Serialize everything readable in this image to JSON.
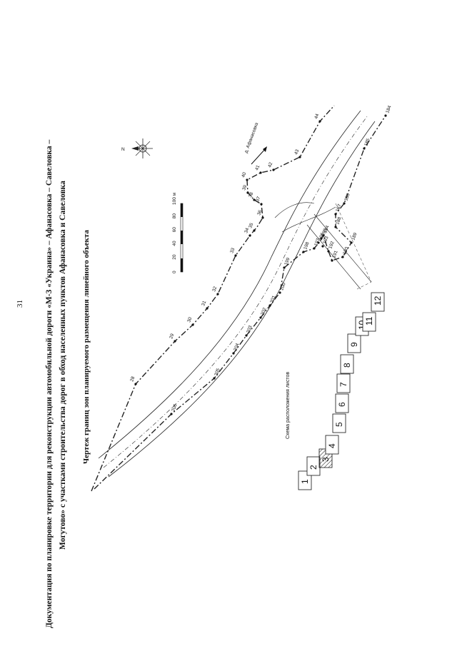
{
  "page_number": "31",
  "title": {
    "line1": "Документация по планировке территории для реконструкции автомобильной дороги «М-3 «Украина» – Афанасовка – Савеловка –",
    "line2": "Могутово» с участками строительства дорог в обход населенных пунктов Афанасовка и Савеловка"
  },
  "drawing_caption": "Чертеж границ зон планируемого размещения линейного объекта",
  "compass": {
    "north_letter": "N"
  },
  "scale_bar": {
    "ticks": [
      "0",
      "20",
      "40",
      "60",
      "80",
      "100 м"
    ]
  },
  "direction_label": "д. Афанасовка",
  "upper_boundary_points": [
    "28",
    "29",
    "30",
    "31",
    "32",
    "33",
    "34",
    "35",
    "36",
    "37",
    "38",
    "39",
    "40",
    "41",
    "42",
    "43",
    "44"
  ],
  "lower_boundary_points": [
    "206",
    "205",
    "204",
    "203",
    "202",
    "201",
    "200",
    "199",
    "198",
    "197",
    "196",
    "195",
    "194",
    "193",
    "192",
    "191",
    "190",
    "189",
    "188",
    "187",
    "186",
    "185",
    "184"
  ],
  "sheet_scheme": {
    "caption": "Схема расположения листов",
    "sheets": [
      "1",
      "2",
      "3",
      "4",
      "5",
      "6",
      "7",
      "8",
      "9",
      "10",
      "11",
      "12"
    ],
    "highlighted_sheet": "3"
  }
}
